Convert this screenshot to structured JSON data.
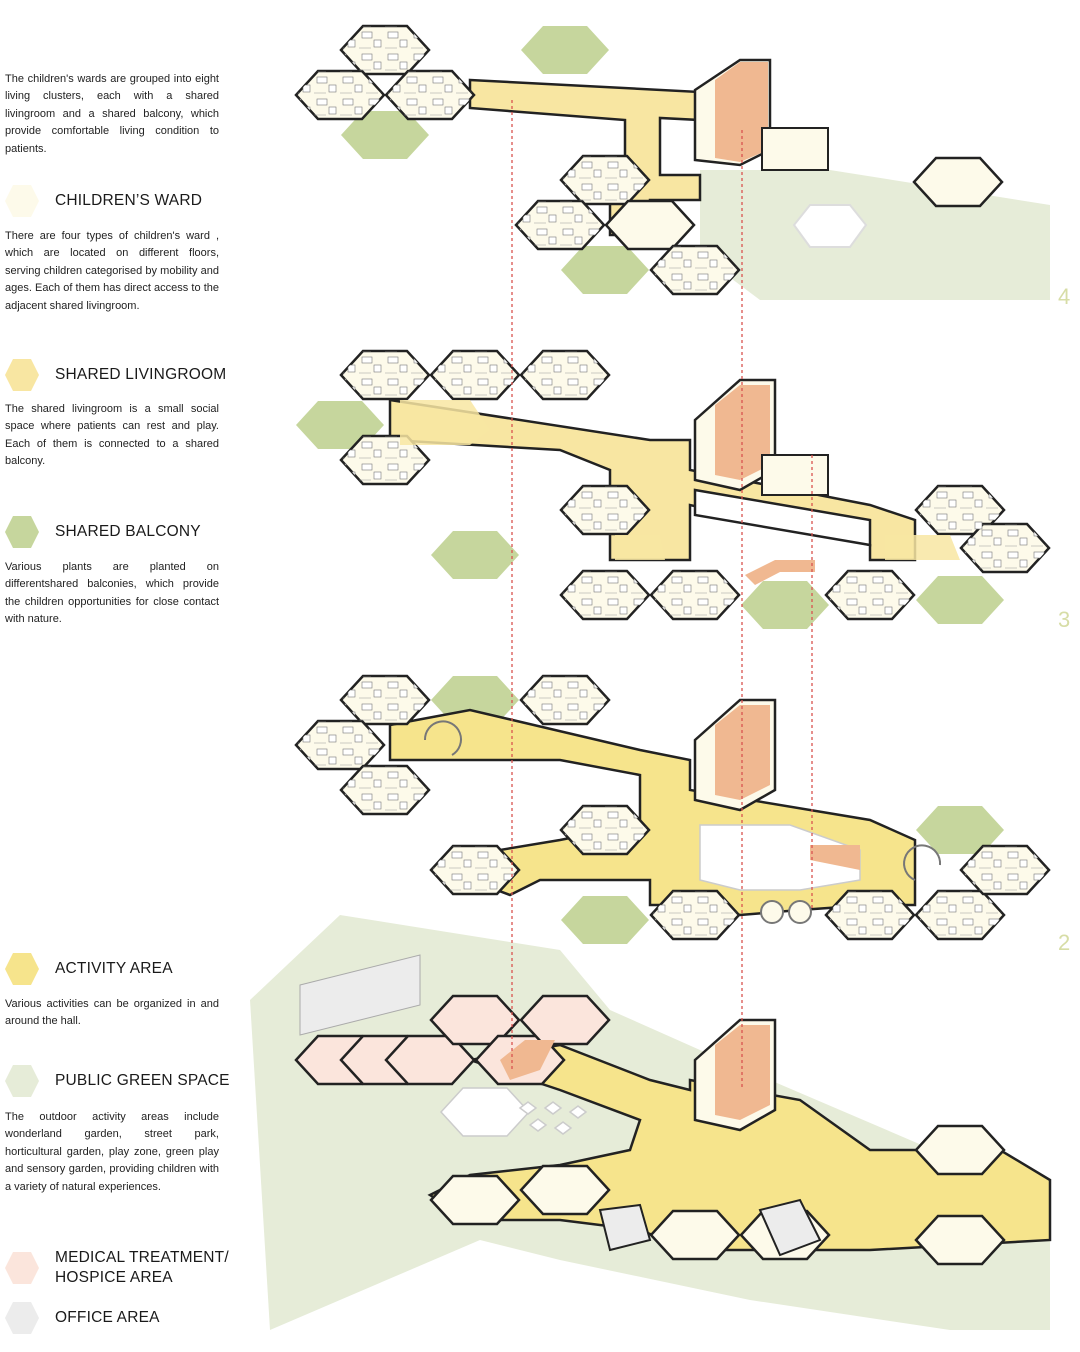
{
  "intro": "The children's wards are grouped into eight living clusters, each with a shared livingroom and a shared balcony, which provide comfortable living condition to patients.",
  "legend": [
    {
      "label": "CHILDREN’S WARD",
      "color": "#fdfaea",
      "description": "There are four types of children's ward , which are located on different floors, serving children categorised by mobility and ages. Each of them has direct access to the adjacent shared livingroom."
    },
    {
      "label": "SHARED LIVINGROOM",
      "color": "#f8e6a2",
      "description": "The shared livingroom is a small social space where patients can rest and play.  Each of them is connected to a shared balcony."
    },
    {
      "label": "SHARED BALCONY",
      "color": "#c6d69d",
      "description": "Various plants are planted on differentshared balconies, which provide the children opportunities for close contact with nature."
    },
    {
      "label": "ACTIVITY AREA",
      "color": "#f6e48c",
      "description": "Various activities can be organized in and around the hall."
    },
    {
      "label": "PUBLIC GREEN SPACE",
      "color": "#e6ecd8",
      "description": "The outdoor activity areas include wonderland garden, street park, horticultural garden, play zone, green play and sensory garden, providing children with a variety of natural experiences."
    },
    {
      "label": "MEDICAL TREATMENT/\nHOSPICE AREA",
      "color": "#fbe5dc",
      "description": ""
    },
    {
      "label": "OFFICE AREA",
      "color": "#ececec",
      "description": ""
    }
  ],
  "floors": [
    "4",
    "3",
    "2"
  ],
  "colors": {
    "ward": "#fdfaea",
    "living": "#f8e6a2",
    "balcony": "#c6d69d",
    "activity": "#f6e48c",
    "green": "#e6ecd8",
    "medical": "#fbe5dc",
    "office": "#ececec",
    "stair": "#f0b891",
    "wall": "#222222",
    "floor_number": "#d7dda6",
    "guide_line": "#d9534f"
  }
}
